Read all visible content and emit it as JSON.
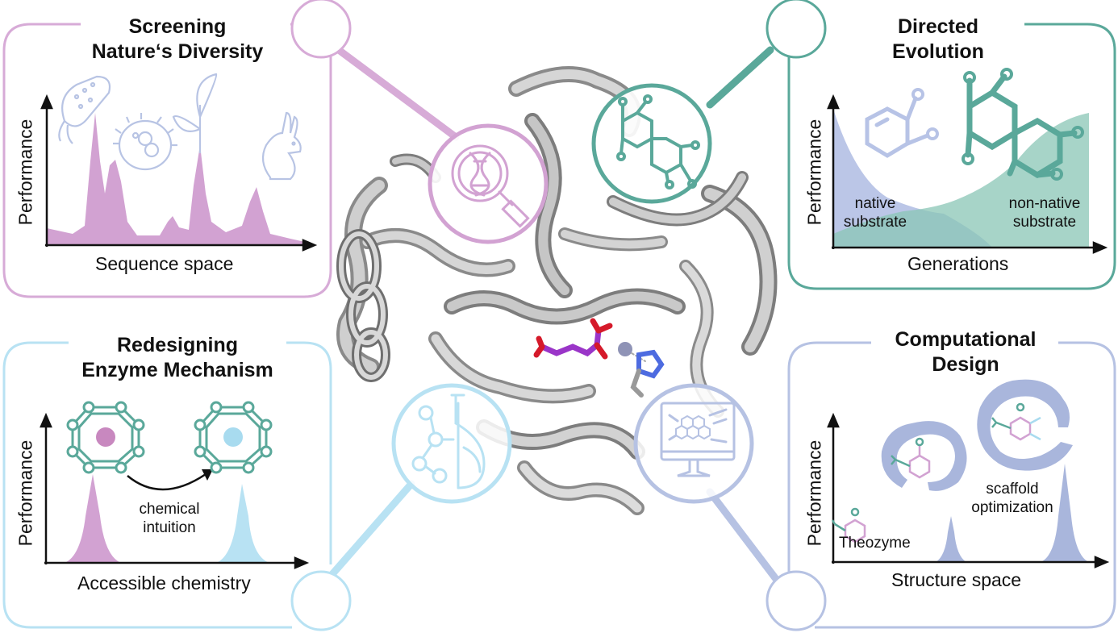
{
  "panels": {
    "screening": {
      "title_line1": "Screening",
      "title_line2": "Nature‘s Diversity",
      "ylabel": "Performance",
      "xlabel": "Sequence space",
      "color": "#c99ac9"
    },
    "directed_evolution": {
      "title_line1": "Directed",
      "title_line2": "Evolution",
      "ylabel": "Performance",
      "xlabel": "Generations",
      "native_label_1": "native",
      "native_label_2": "substrate",
      "nonnative_label_1": "non-native",
      "nonnative_label_2": "substrate",
      "color": "#5aa89a"
    },
    "redesigning": {
      "title_line1": "Redesigning",
      "title_line2": "Enzyme Mechanism",
      "ylabel": "Performance",
      "xlabel": "Accessible chemistry",
      "arrow_label_1": "chemical",
      "arrow_label_2": "intuition",
      "color": "#a8dbef"
    },
    "computational": {
      "title_line1": "Computational",
      "title_line2": "Design",
      "ylabel": "Performance",
      "xlabel": "Structure space",
      "theozyme_label": "Theozyme",
      "scaffold_label_1": "scaffold",
      "scaffold_label_2": "optimization",
      "color": "#a9b6dc"
    }
  },
  "icons": [
    "dna-magnifier-icon",
    "molecule-icon",
    "flask-network-icon",
    "computer-graphene-icon"
  ]
}
